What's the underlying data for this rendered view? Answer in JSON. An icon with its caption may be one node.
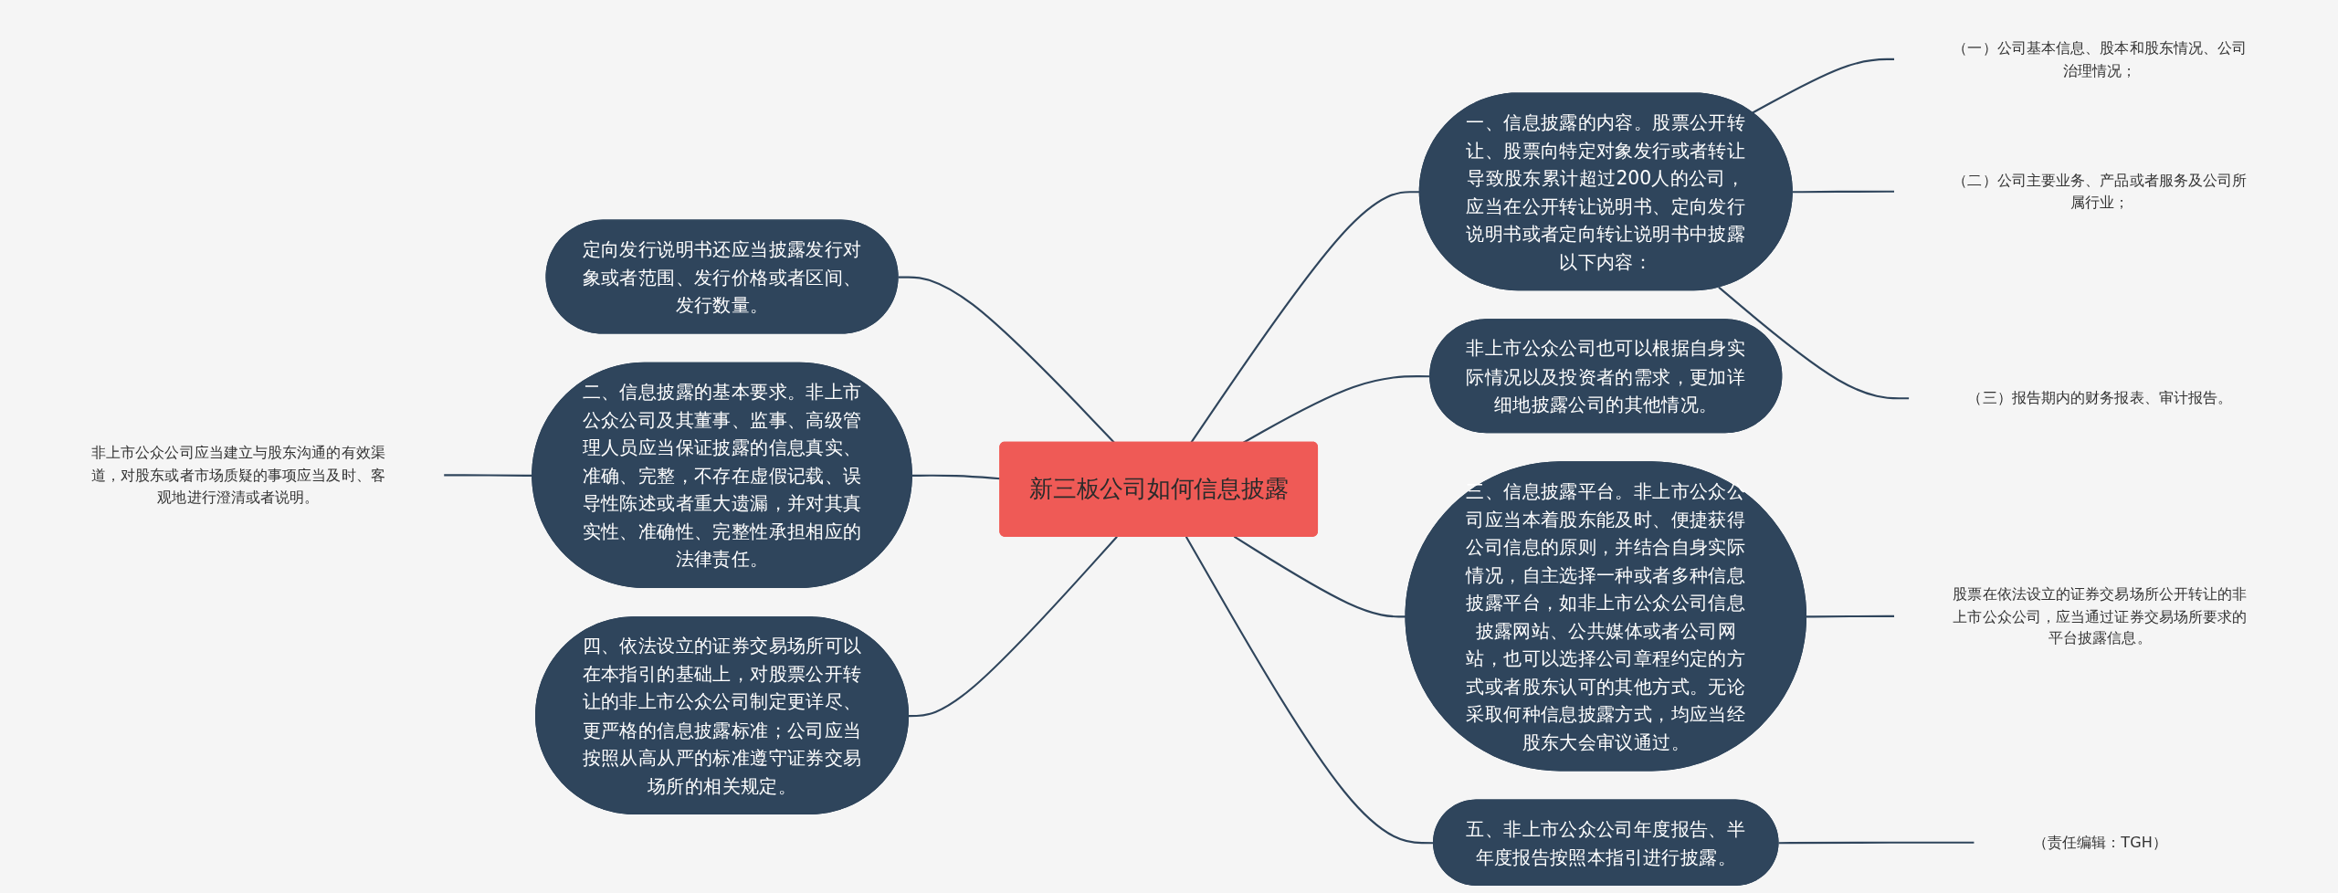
{
  "diagram": {
    "nodes": [
      {
        "text": [
          "新三板公司如何信息披露"
        ]
      },
      {
        "text": [
          "定向发行说明书还应当披露发行对象或者范围、发行价格或者区间、发行数量。"
        ]
      },
      {
        "text": [
          "二、信息披露的基本要求。非上市公众公司及其董事、监事、高级管理人员应当保证披露的信息真实、准确、完整，不存在虚假记载、误导性陈述或者重大遗漏，并对其真实性、准确性、完整性承担相应的法律责任。"
        ]
      },
      {
        "text": [
          "非上市公众公司应当建立与股东沟通的有效渠道，对股东或者市场质疑的事项应当及时、客观地进行澄清或者说明。"
        ]
      },
      {
        "text": [
          "四、依法设立的证券交易场所可以在本指引的基础上，对股票公开转让的非上市公众公司制定更详尽、更严格的信息披露标准；公司应当按照从高从严的标准遵守证券交易场所的相关规定。"
        ]
      },
      {
        "text": [
          "一、信息披露的内容。股票公开转让、股票向特定对象发行或者转让导致股东累计超过200人的公司，应当在公开转让说明书、定向发行说明书或者定向转让说明书中披露以下内容："
        ]
      },
      {
        "text": [
          "（一）公司基本信息、股本和股东情况、公司治理情况；"
        ]
      },
      {
        "text": [
          "（二）公司主要业务、产品或者服务及公司所属行业；"
        ]
      },
      {
        "text": [
          "（三）报告期内的财务报表、审计报告。"
        ]
      },
      {
        "text": [
          "非上市公众公司也可以根据自身实际情况以及投资者的需求，更加详细地披露公司的其他情况。"
        ]
      },
      {
        "text": [
          "三、信息披露平台。非上市公众公司应当本着股东能及时、便捷获得公司信息的原则，并结合自身实际情况，自主选择一种或者多种信息披露平台，如非上市公众公司信息披露网站、公共媒体或者公司网站，也可以选择公司章程约定的方式或者股东认可的其他方式。无论采取何种信息披露方式，均应当经股东大会审议通过。"
        ]
      },
      {
        "text": [
          "股票在依法设立的证券交易场所公开转让的非上市公众公司，应当通过证券交易场所要求的平台披露信息。"
        ]
      },
      {
        "text": [
          "五、非上市公众公司年度报告、半年度报告按照本指引进行披露。"
        ]
      },
      {
        "text": [
          "（责任编辑：TGH）"
        ]
      }
    ],
    "edges": [
      {
        "from": 1,
        "to": 0,
        "arrow": "none"
      },
      {
        "from": 3,
        "to": 2,
        "arrow": "none"
      },
      {
        "from": 2,
        "to": 0,
        "arrow": "none"
      },
      {
        "from": 4,
        "to": 0,
        "arrow": "none"
      },
      {
        "from": 0,
        "to": 5,
        "arrow": "none"
      },
      {
        "from": 5,
        "to": 6,
        "arrow": "none"
      },
      {
        "from": 5,
        "to": 7,
        "arrow": "none"
      },
      {
        "from": 5,
        "to": 8,
        "arrow": "none"
      },
      {
        "from": 0,
        "to": 9,
        "arrow": "none"
      },
      {
        "from": 0,
        "to": 10,
        "arrow": "none"
      },
      {
        "from": 10,
        "to": 11,
        "arrow": "none"
      },
      {
        "from": 0,
        "to": 12,
        "arrow": "none"
      },
      {
        "from": 12,
        "to": 13,
        "arrow": "none"
      }
    ]
  }
}
